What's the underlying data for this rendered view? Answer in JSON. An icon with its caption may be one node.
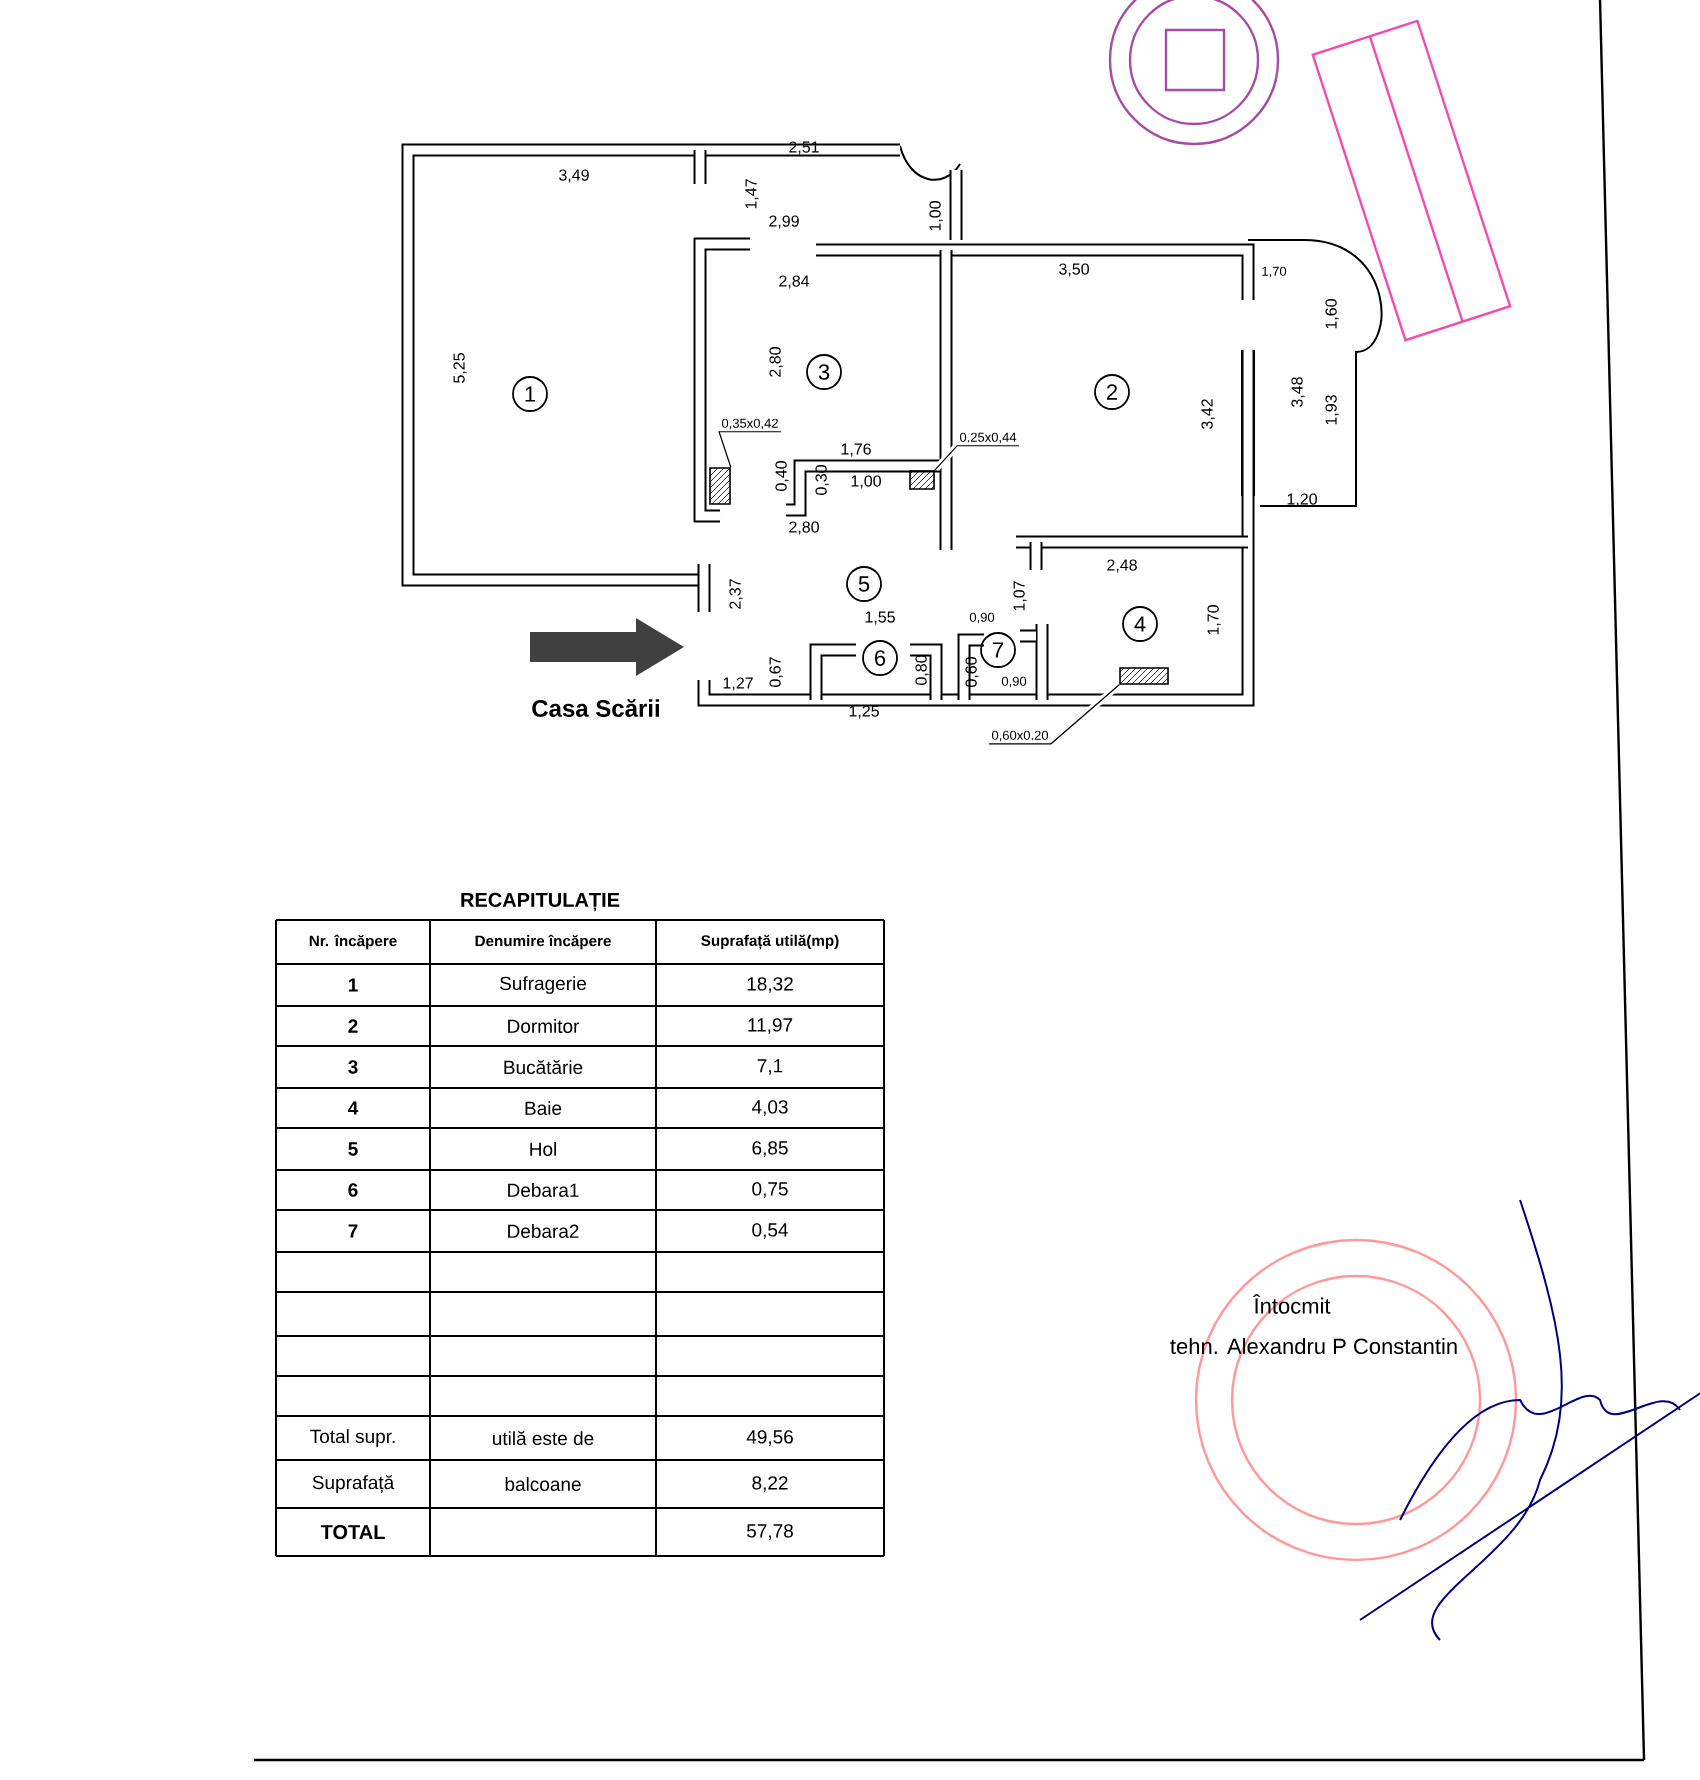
{
  "diagram": {
    "nodes": [
      {
        "text": [
          "1"
        ]
      },
      {
        "text": [
          "2"
        ]
      },
      {
        "text": [
          "3"
        ]
      },
      {
        "text": [
          "4"
        ]
      },
      {
        "text": [
          "5"
        ]
      },
      {
        "text": [
          "6"
        ]
      },
      {
        "text": [
          "7"
        ]
      },
      {
        "text": [
          "0,35x0,42"
        ]
      },
      {
        "text": [
          "0,25x0,44"
        ]
      },
      {
        "text": [
          "0,60x0,20"
        ]
      },
      {
        "text": [],
        "shape": "box"
      },
      {
        "text": [],
        "shape": "box"
      },
      {
        "text": [],
        "shape": "box"
      }
    ],
    "edges": [
      {
        "from": 7,
        "to": 10,
        "arrow": "none"
      },
      {
        "from": 8,
        "to": 11,
        "arrow": "none"
      },
      {
        "from": 9,
        "to": 12,
        "arrow": "none"
      }
    ],
    "labels": [
      "3,49",
      "2,51",
      "1,47",
      "2,99",
      "1,00",
      "2,84",
      "5,25",
      "2,80",
      "3,50",
      "1,70",
      "1,60",
      "3,42",
      "3,48",
      "1,93",
      "1,20",
      "1,76",
      "0,40",
      "0,30",
      "1,00",
      "2,80",
      "2,37",
      "1,55",
      "0,90",
      "1,07",
      "2,48",
      "1,70",
      "1,27",
      "0,67",
      "0,80",
      "0,60",
      "0,90",
      "1,25",
      "Casa Scării",
      "RECAPITULAȚIE",
      "Nr. încăpere",
      "Denumire încăpere",
      "Suprafață utilă(mp)",
      "1",
      "Sufragerie",
      "18,32",
      "2",
      "Dormitor",
      "11,97",
      "3",
      "Bucătărie",
      "7,1",
      "4",
      "Baie",
      "4,03",
      "5",
      "Hol",
      "6,85",
      "6",
      "Debara1",
      "0,75",
      "7",
      "Debara2",
      "0,54",
      "Total supr.",
      "utilă este de",
      "49,56",
      "Suprafață",
      "balcoane",
      "8,22",
      "TOTAL",
      "57,78",
      "Întocmit",
      "tehn. Alexandru P Constantin"
    ]
  }
}
